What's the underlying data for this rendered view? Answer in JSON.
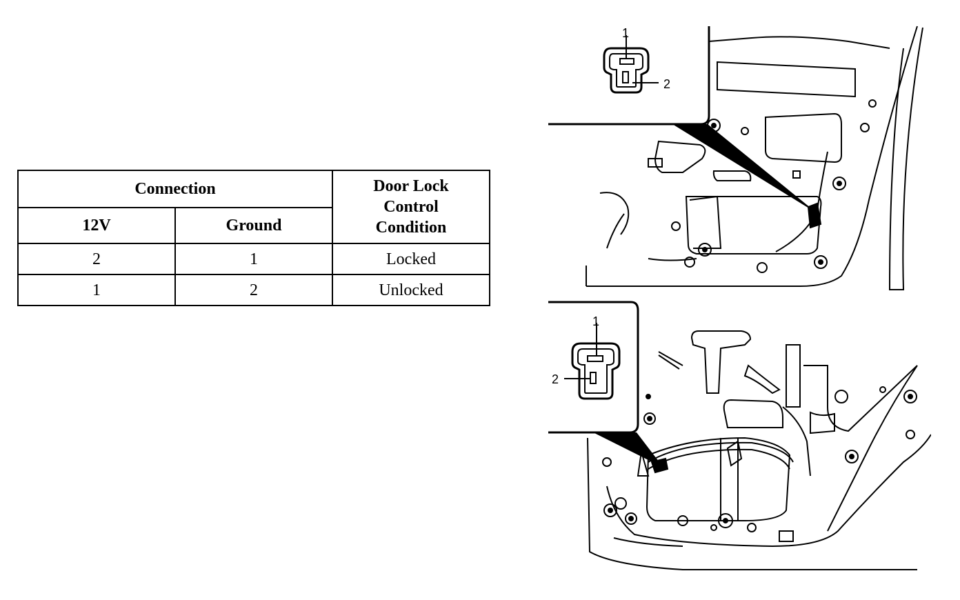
{
  "table": {
    "connection_header": "Connection",
    "condition_header": [
      "Door Lock",
      "Control",
      "Condition"
    ],
    "col_12v": "12V",
    "col_ground": "Ground",
    "rows": [
      {
        "v12": "2",
        "ground": "1",
        "condition": "Locked"
      },
      {
        "v12": "1",
        "ground": "2",
        "condition": "Unlocked"
      }
    ]
  },
  "diagram": {
    "front_door_connector": {
      "pin_top": "1",
      "pin_side": "2"
    },
    "rear_door_connector": {
      "pin_top": "1",
      "pin_side": "2"
    }
  }
}
